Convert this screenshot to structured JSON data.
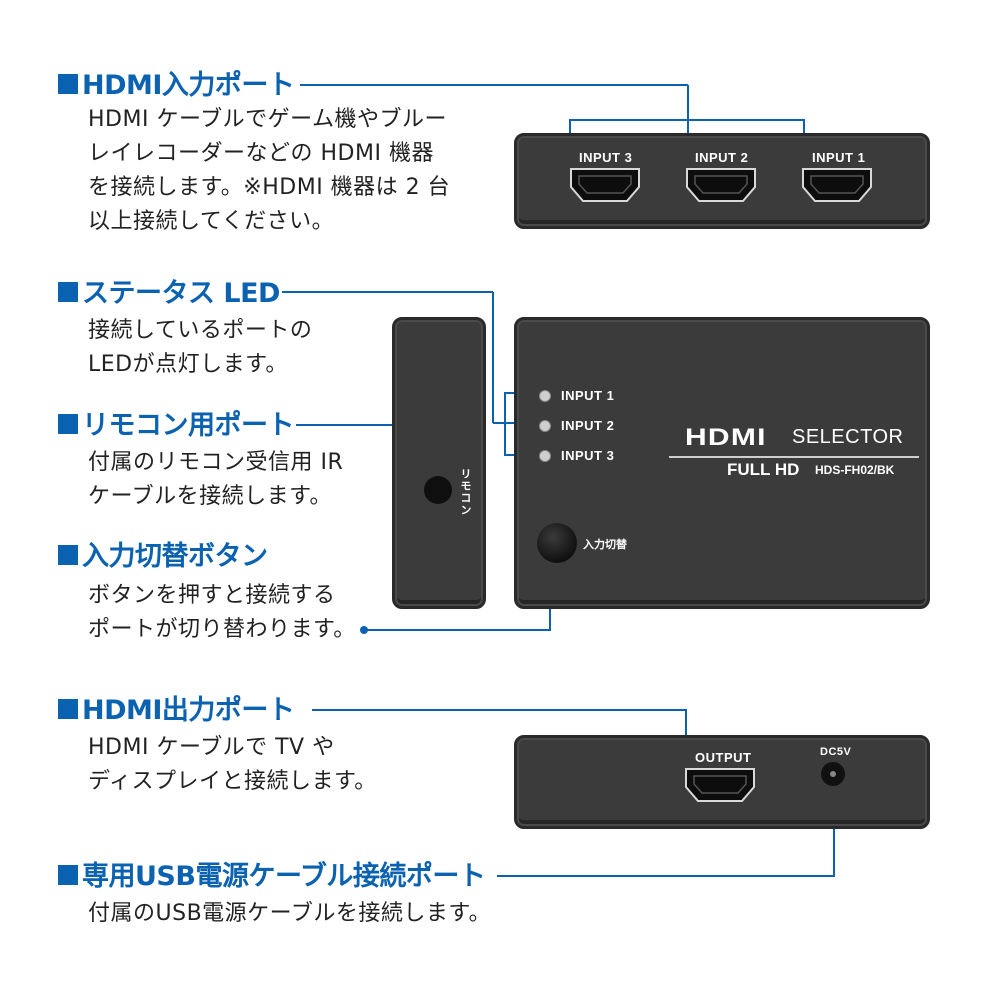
{
  "sections": {
    "hdmi_input": {
      "title": "HDMI入力ポート",
      "desc": [
        "HDMI ケーブルでゲーム機やブルー",
        "レイレコーダーなどの HDMI 機器",
        "を接続します。※HDMI 機器は 2 台",
        "以上接続してください。"
      ]
    },
    "status_led": {
      "title": "ステータス LED",
      "desc": [
        "接続しているポートの",
        "LEDが点灯します。"
      ]
    },
    "remote_port": {
      "title": "リモコン用ポート",
      "desc": [
        "付属のリモコン受信用 IR",
        "ケーブルを接続します。"
      ]
    },
    "input_switch": {
      "title": "入力切替ボタン",
      "desc": [
        "ボタンを押すと接続する",
        "ポートが切り替わります。"
      ]
    },
    "hdmi_output": {
      "title": "HDMI出力ポート",
      "desc": [
        "HDMI ケーブルで TV や",
        "ディスプレイと接続します。"
      ]
    },
    "usb_power": {
      "title": "専用USB電源ケーブル接続ポート",
      "desc": [
        "付属のUSB電源ケーブルを接続します。"
      ]
    }
  },
  "devices": {
    "back_panel": {
      "inputs": [
        "INPUT 3",
        "INPUT 2",
        "INPUT 1"
      ]
    },
    "side_panel": {
      "remote_label": "リモコン"
    },
    "front_panel": {
      "leds": [
        "INPUT 1",
        "INPUT 2",
        "INPUT 3"
      ],
      "brand_logo": "HDMI",
      "brand_word": "SELECTOR",
      "full_hd": "FULL HD",
      "model": "HDS-FH02/BK",
      "switch_label": "入力切替"
    },
    "output_panel": {
      "output_label": "OUTPUT",
      "dc_label": "DC5V"
    }
  },
  "colors": {
    "accent": "#0b62b0",
    "device_body": "#3b3b3b",
    "text": "#222222"
  }
}
